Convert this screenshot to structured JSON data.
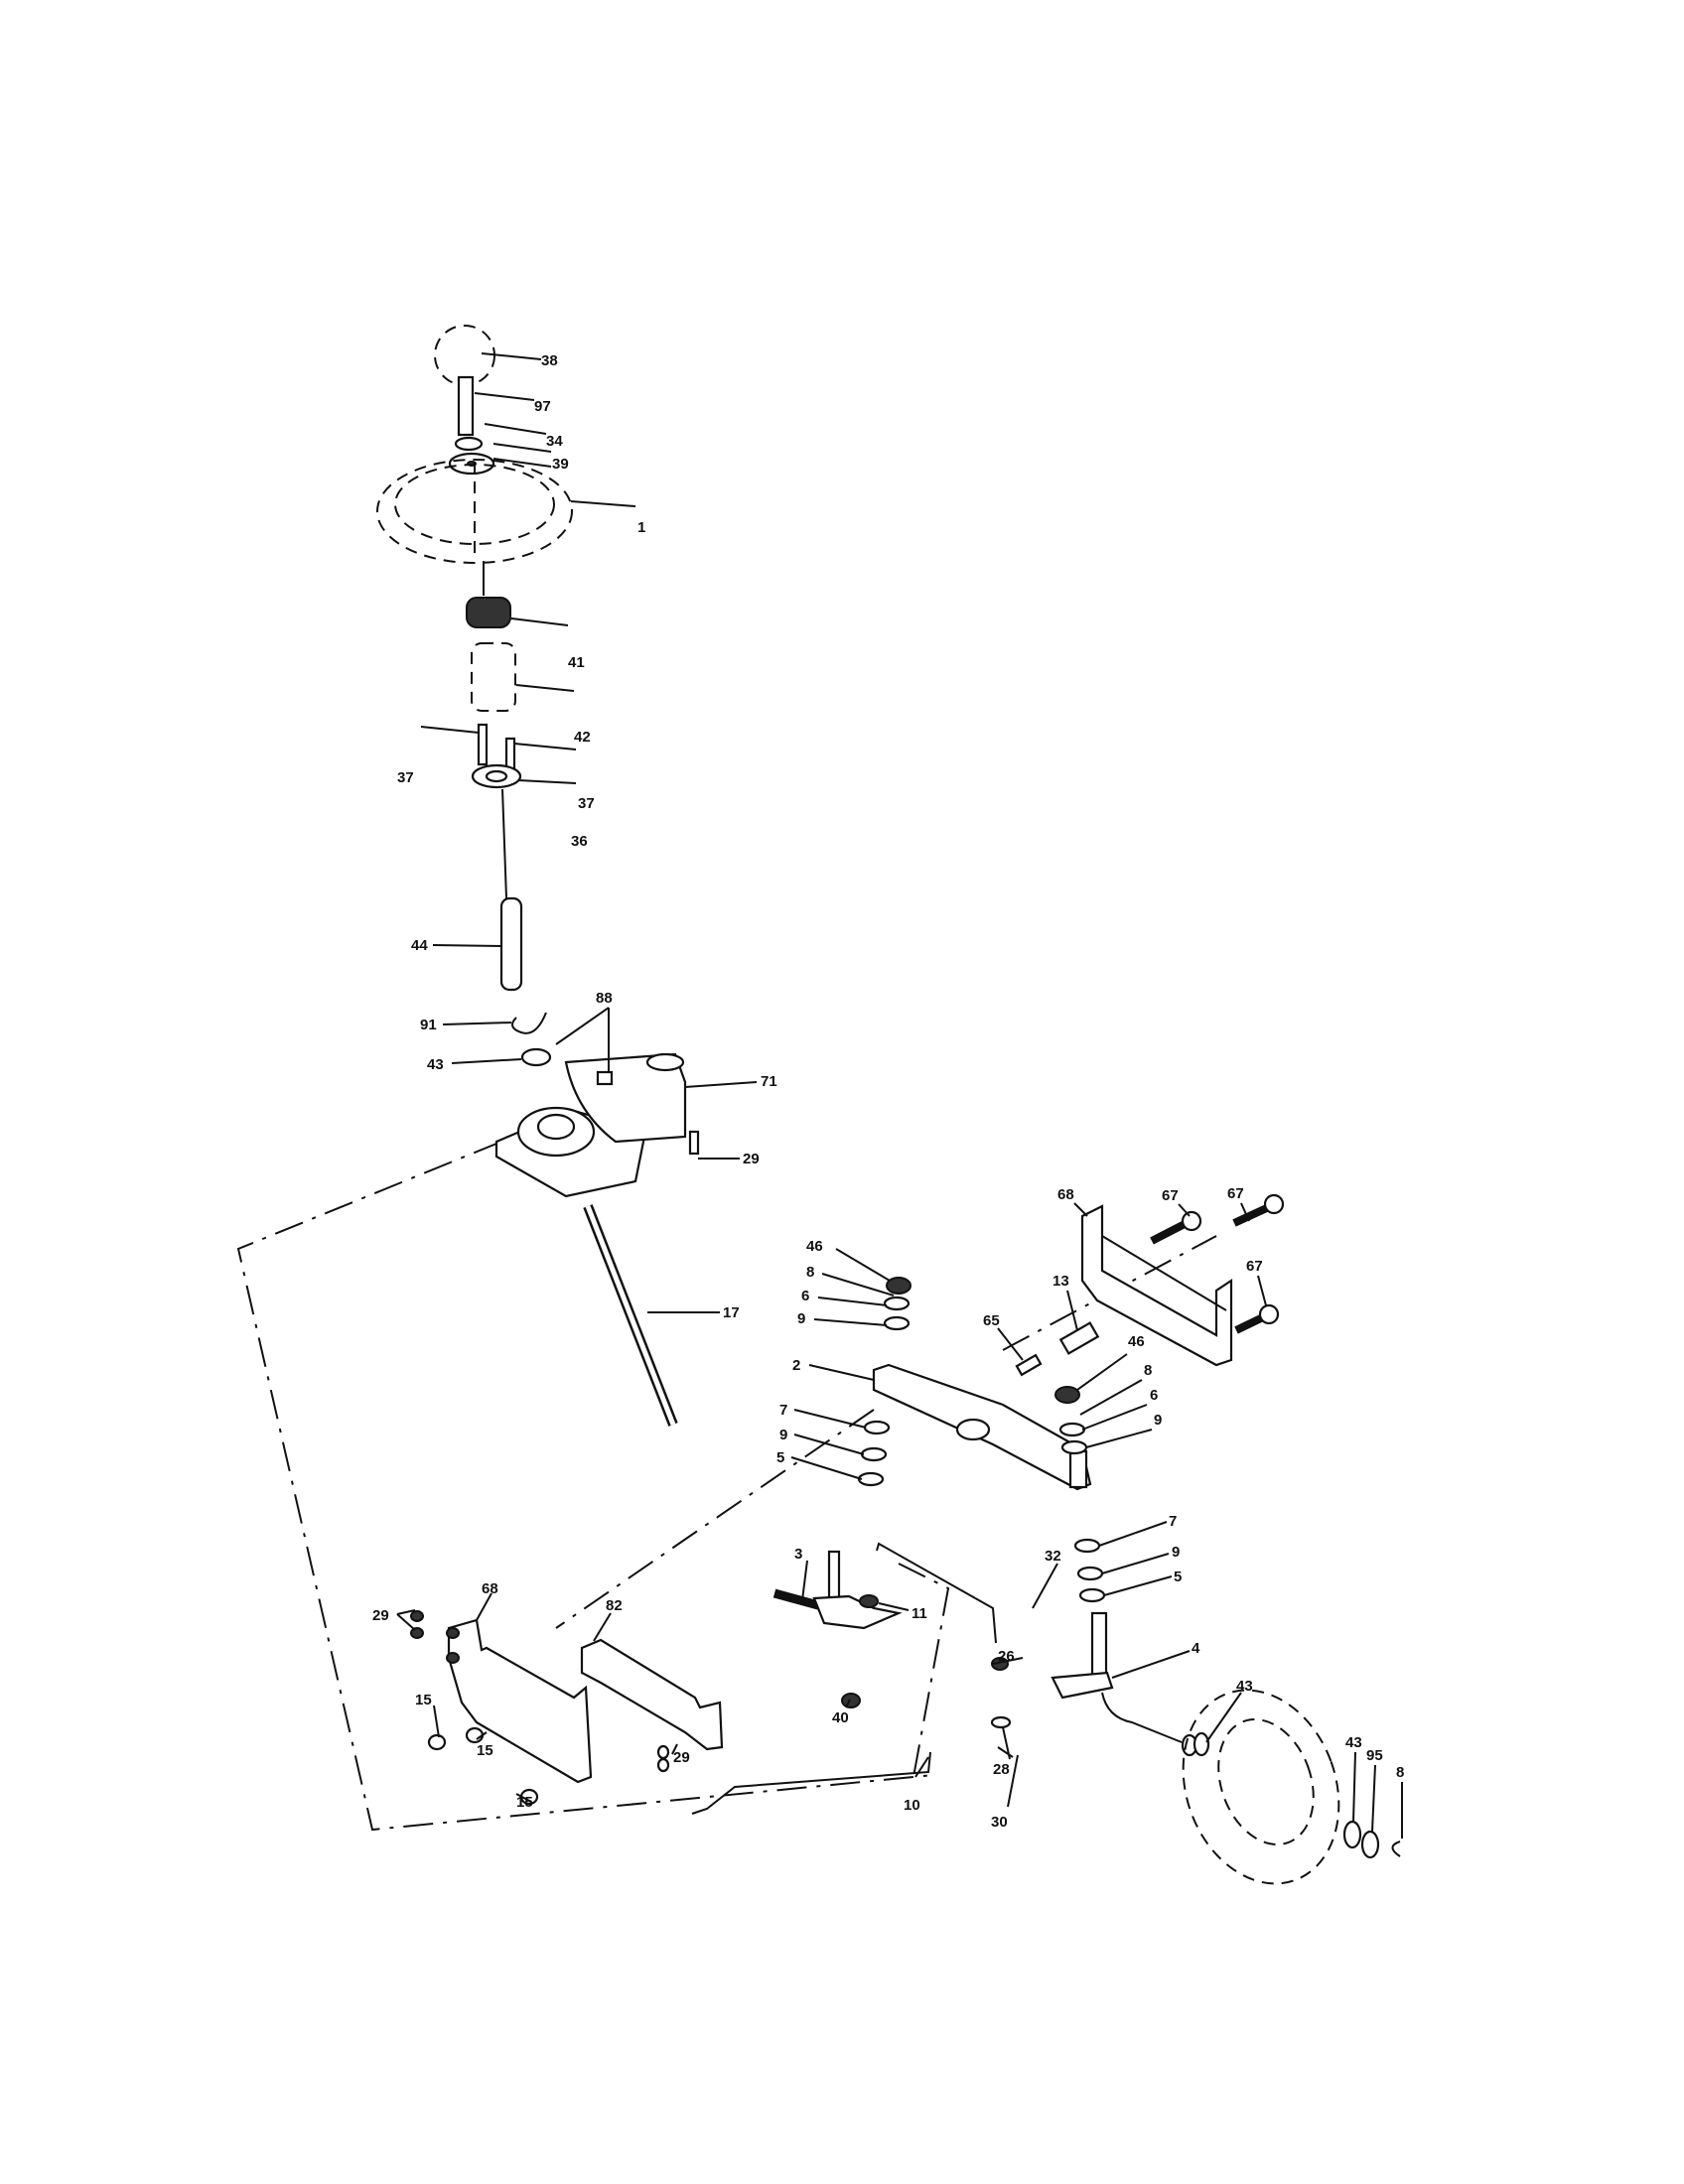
{
  "diagram": {
    "title": "Steering assembly exploded parts diagram",
    "parts": {
      "p38": "38",
      "p97": "97",
      "p34": "34",
      "p39": "39",
      "p1": "1",
      "p41": "41",
      "p42": "42",
      "p37a": "37",
      "p37b": "37",
      "p36": "36",
      "p44": "44",
      "p91": "91",
      "p88": "88",
      "p43a": "43",
      "p71": "71",
      "p29a": "29",
      "p17": "17",
      "p68a": "68",
      "p67a": "67",
      "p67b": "67",
      "p67c": "67",
      "p46a": "46",
      "p8a": "8",
      "p6a": "6",
      "p9a": "9",
      "p13": "13",
      "p65": "65",
      "p2": "2",
      "p46b": "46",
      "p8b": "8",
      "p6b": "6",
      "p9b": "9",
      "p7a": "7",
      "p9c": "9",
      "p5a": "5",
      "p7b": "7",
      "p9d": "9",
      "p5b": "5",
      "p3": "3",
      "p32": "32",
      "p11": "11",
      "p82": "82",
      "p68b": "68",
      "p29b": "29",
      "p4": "4",
      "p26": "26",
      "p43b": "43",
      "p15a": "15",
      "p15b": "15",
      "p29c": "29",
      "p40": "40",
      "p28": "28",
      "p43c": "43",
      "p95": "95",
      "p8c": "8",
      "p15c": "15",
      "p10": "10",
      "p30": "30"
    }
  }
}
